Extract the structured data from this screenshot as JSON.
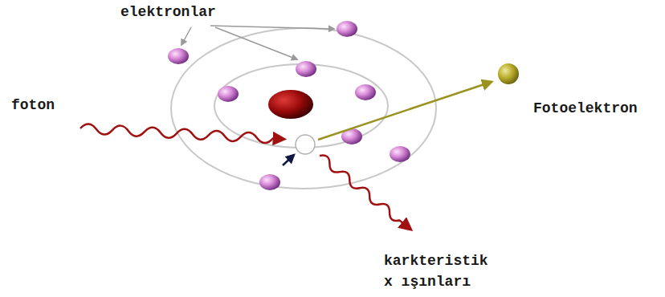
{
  "diagram": {
    "labels": [
      "elektronlar",
      "foton",
      "Fotoelektron",
      "karkteristik x ışınları"
    ]
  }
}
